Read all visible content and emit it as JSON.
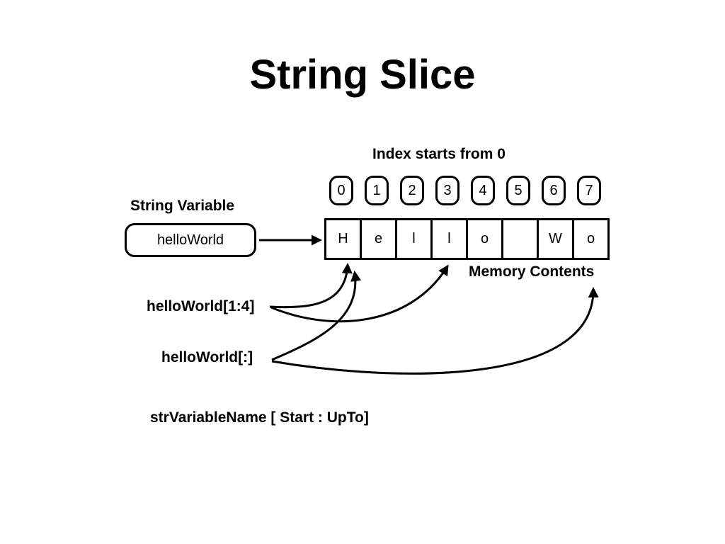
{
  "title": "String Slice",
  "index_caption": "Index starts from 0",
  "variable_caption": "String Variable",
  "variable_name": "helloWorld",
  "indices": [
    "0",
    "1",
    "2",
    "3",
    "4",
    "5",
    "6",
    "7"
  ],
  "memory_cells": [
    "H",
    "e",
    "l",
    "l",
    "o",
    "",
    "W",
    "o"
  ],
  "memory_caption": "Memory Contents",
  "slice_examples": [
    "helloWorld[1:4]",
    "helloWorld[:]"
  ],
  "syntax": "strVariableName [ Start : UpTo]"
}
